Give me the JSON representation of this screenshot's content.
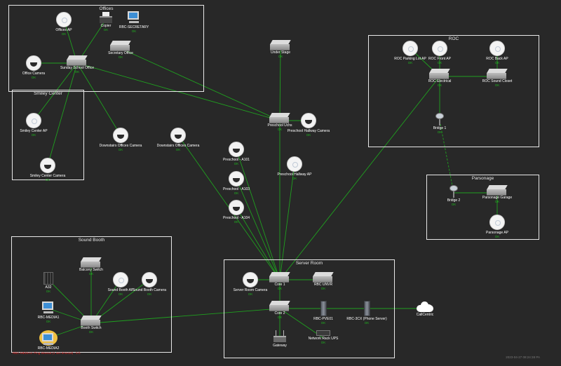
{
  "groups": [
    {
      "title": "Offices"
    },
    {
      "title": "Smiley Center"
    },
    {
      "title": "ROC"
    },
    {
      "title": "Parsonage"
    },
    {
      "title": "Sound Booth"
    },
    {
      "title": "Server Room"
    }
  ],
  "nodes": {
    "offices_ap": {
      "label": "Offices AP",
      "status": "OK",
      "icon": "ap-icon"
    },
    "copier": {
      "label": "Copier",
      "status": "OK",
      "icon": "printer-icon"
    },
    "rbc_secretary": {
      "label": "RBC-SECRETARY",
      "status": "OK",
      "icon": "desktop-icon"
    },
    "secretary_office": {
      "label": "Secretary Office",
      "status": "OK",
      "icon": "switch-icon"
    },
    "office_camera": {
      "label": "Office Camera",
      "status": "OK",
      "icon": "camera-icon"
    },
    "sunday_school_office": {
      "label": "Sunday School Office",
      "status": "OK",
      "icon": "switch-icon"
    },
    "smiley_center_ap": {
      "label": "Smiley Center AP",
      "status": "OK",
      "icon": "ap-icon"
    },
    "smiley_center_camera": {
      "label": "Smiley Center Camera",
      "status": "OK",
      "icon": "camera-icon"
    },
    "downstairs_cam_1": {
      "label": "Downstairs Offices Camera",
      "status": "OK",
      "icon": "camera-icon"
    },
    "downstairs_cam_2": {
      "label": "Downstairs Offices Camera",
      "status": "OK",
      "icon": "camera-icon"
    },
    "under_stage": {
      "label": "Under Stage",
      "status": "OK",
      "icon": "switch-icon"
    },
    "preschool_uchs": {
      "label": "Preschool Uchs",
      "status": "OK",
      "icon": "switch-icon"
    },
    "preschool_hallway_camera": {
      "label": "Preschool Hallway Camera",
      "status": "OK",
      "icon": "camera-icon"
    },
    "preschool_a101": {
      "label": "Preschool - A101",
      "status": "OK",
      "icon": "camera-icon"
    },
    "preschool_a103": {
      "label": "Preschool - A103",
      "status": "OK",
      "icon": "camera-icon"
    },
    "preschool_a104": {
      "label": "Preschool - A104",
      "status": "OK",
      "icon": "camera-icon"
    },
    "preschool_hallway_ap": {
      "label": "Preschool Hallway AP",
      "status": "OK",
      "icon": "ap-icon"
    },
    "roc_parking_lot_ap": {
      "label": "ROC Parking Lot AP",
      "status": "OK",
      "icon": "ap-icon"
    },
    "roc_front_ap": {
      "label": "ROC Front AP",
      "status": "OK",
      "icon": "ap-icon"
    },
    "roc_back_ap": {
      "label": "ROC Back AP",
      "status": "OK",
      "icon": "ap-icon"
    },
    "roc_electrical": {
      "label": "ROC Electrical",
      "status": "OK",
      "icon": "switch-icon"
    },
    "roc_sound_closet": {
      "label": "ROC Sound Closet",
      "status": "OK",
      "icon": "switch-icon"
    },
    "bridge_1": {
      "label": "Bridge 1",
      "status": "OK",
      "icon": "dish-icon"
    },
    "bridge_2": {
      "label": "Bridge 2",
      "status": "OK",
      "icon": "dish-icon"
    },
    "parsonage_garage": {
      "label": "Parsonage Garage",
      "status": "OK",
      "icon": "switch-icon"
    },
    "parsonage_ap": {
      "label": "Parsonage AP",
      "status": "OK",
      "icon": "ap-icon"
    },
    "a32": {
      "label": "A32",
      "status": "OK",
      "icon": "audio-device-icon"
    },
    "balcony_switch": {
      "label": "Balcony Switch",
      "status": "OK",
      "icon": "switch-icon"
    },
    "sound_booth_ap": {
      "label": "Sound Booth AP",
      "status": "OK",
      "icon": "ap-icon"
    },
    "sound_booth_camera": {
      "label": "Sound Booth Camera",
      "status": "OK",
      "icon": "camera-icon"
    },
    "rbc_media1": {
      "label": "RBC-MEDIA1",
      "status": "OK",
      "icon": "desktop-icon"
    },
    "booth_switch": {
      "label": "Booth Switch",
      "status": "OK",
      "icon": "switch-icon"
    },
    "rbc_media2": {
      "label": "RBC-MEDIA2",
      "status": "",
      "icon": "desktop-icon"
    },
    "server_room_camera": {
      "label": "Server Room Camera",
      "status": "OK",
      "icon": "camera-icon"
    },
    "core_1": {
      "label": "Core 1",
      "status": "OK",
      "icon": "switch-icon"
    },
    "rbc_unvr": {
      "label": "RBC UNVR",
      "status": "OK",
      "icon": "switch-icon"
    },
    "core_2": {
      "label": "Core 2",
      "status": "OK",
      "icon": "switch-icon"
    },
    "rbc_pve01": {
      "label": "RBC-PVE01",
      "status": "OK",
      "icon": "server-icon"
    },
    "rbc_3cx": {
      "label": "RBC-3CX (Phone Server)",
      "status": "OK",
      "icon": "server-icon"
    },
    "callcentric": {
      "label": "CallCentric",
      "status": "",
      "icon": "cloud-icon"
    },
    "gateway": {
      "label": "Gateway",
      "status": "",
      "icon": "router-icon"
    },
    "network_rack_ups": {
      "label": "Network Rack UPS",
      "status": "OK",
      "icon": "ups-icon"
    }
  },
  "alert_text": "RBC-MEDIA2: Ping timeout (1 sec timeout) - 5 h",
  "timestamp": "2023-04-27 08:24:38 PA",
  "colors": {
    "background": "#282828",
    "link": "#1fa01f",
    "wireless_link": "#1fa01f",
    "status_ok": "#1fb31f",
    "alert": "#d62020"
  }
}
